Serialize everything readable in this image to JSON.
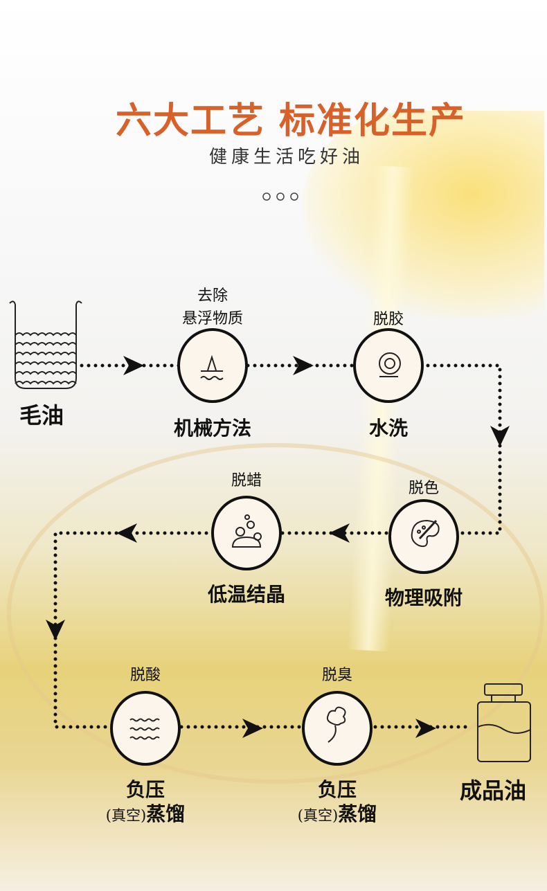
{
  "header": {
    "title": "六大工艺 标准化生产",
    "subtitle": "健康生活吃好油"
  },
  "start": {
    "label": "毛油"
  },
  "end": {
    "label": "成品油"
  },
  "steps": [
    {
      "top": [
        "去除",
        "悬浮物质"
      ],
      "bottom": "机械方法",
      "icon": "sediment-icon"
    },
    {
      "top": [
        "脱胶"
      ],
      "bottom": "水洗",
      "icon": "water-roll-icon"
    },
    {
      "top": [
        "脱色"
      ],
      "bottom": "物理吸附",
      "icon": "palette-icon"
    },
    {
      "top": [
        "脱蜡"
      ],
      "bottom": "低温结晶",
      "icon": "bubbles-icon"
    },
    {
      "top": [
        "脱酸"
      ],
      "bottom": "负压",
      "bottom2_paren": "(真空)",
      "bottom2": "蒸馏",
      "icon": "waves-icon"
    },
    {
      "top": [
        "脱臭"
      ],
      "bottom": "负压",
      "bottom2_paren": "(真空)",
      "bottom2": "蒸馏",
      "icon": "steam-icon"
    }
  ],
  "colors": {
    "title": "#d8612a",
    "circle_fill": "#fcf5ec",
    "ink": "#111111"
  }
}
